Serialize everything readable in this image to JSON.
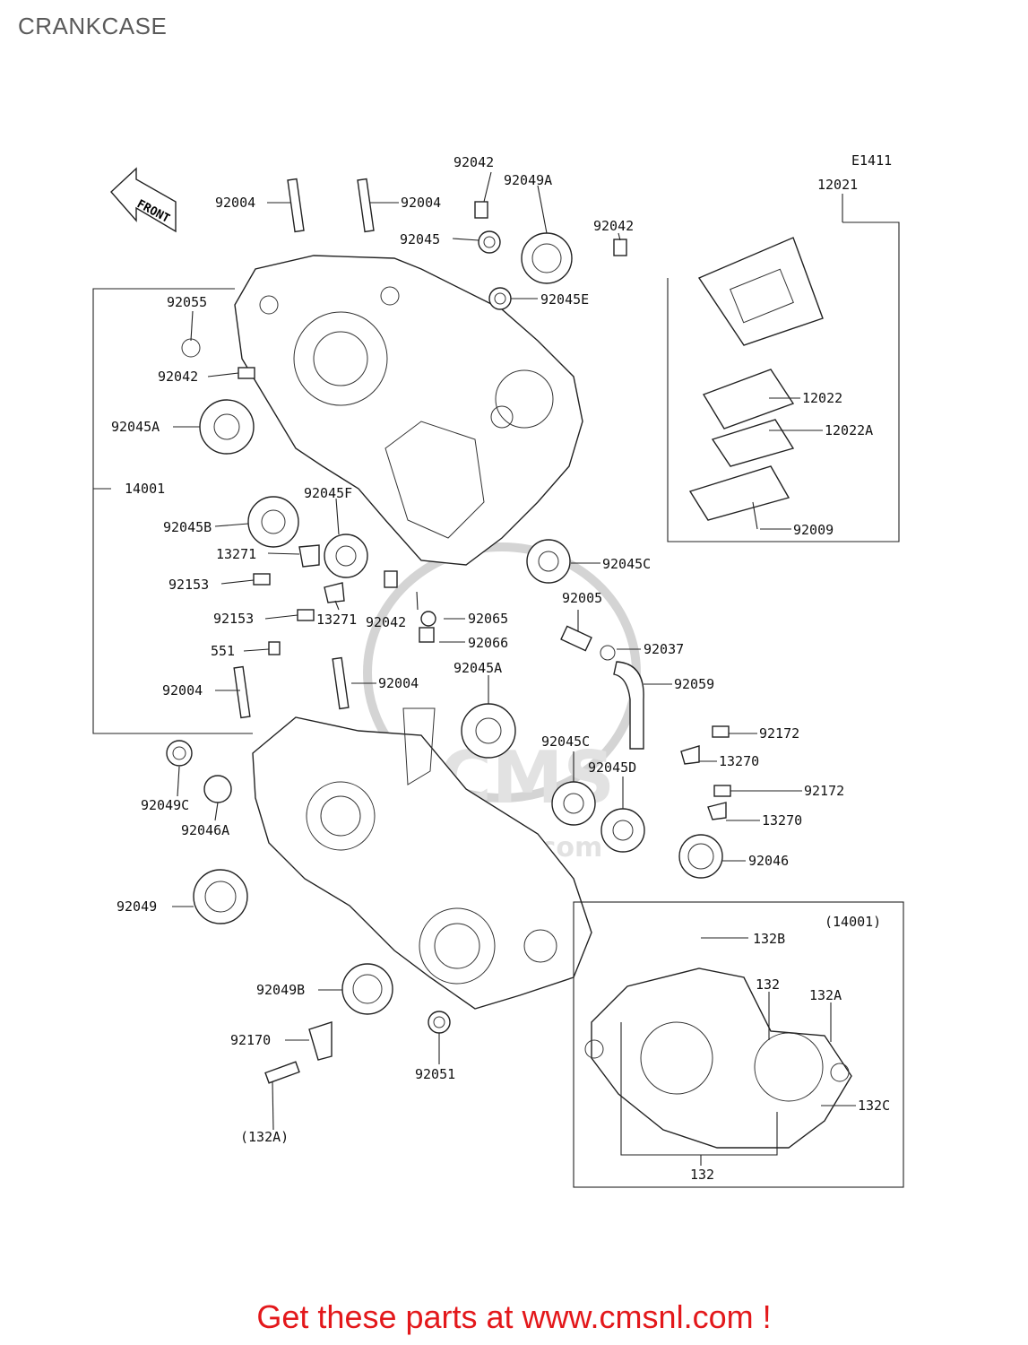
{
  "page": {
    "title": "CRANKCASE",
    "footer": "Get these parts at www.cmsnl.com !"
  },
  "diagram": {
    "code": "E1411",
    "front_label": "FRONT",
    "inset_ref": "(14001)",
    "watermark": {
      "logo": "CMS",
      "url": "www.cmsnl.com"
    },
    "labels": [
      "92004",
      "92004",
      "92042",
      "92049A",
      "92042",
      "92045",
      "92045E",
      "92055",
      "92042",
      "92045A",
      "14001",
      "92045B",
      "92045F",
      "13271",
      "92153",
      "92153",
      "92042",
      "13271",
      "92065",
      "92066",
      "92045C",
      "92005",
      "92037",
      "92059",
      "551",
      "92004",
      "92004",
      "92045A",
      "92049C",
      "92046A",
      "92045C",
      "92045D",
      "92172",
      "13270",
      "92172",
      "13270",
      "92046",
      "92049",
      "92049B",
      "92170",
      "92051",
      "(132A)",
      "12021",
      "12022",
      "12022A",
      "92009",
      "132B",
      "132",
      "132A",
      "132C",
      "132"
    ]
  }
}
